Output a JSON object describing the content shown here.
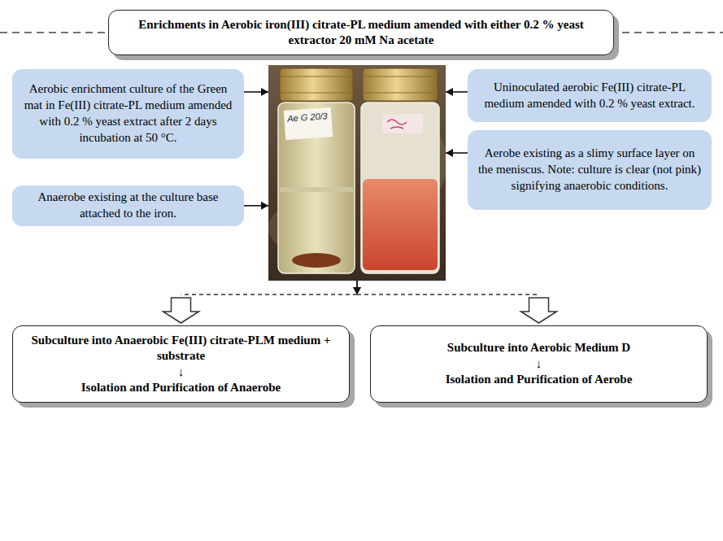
{
  "diagram": {
    "nodes": [
      {
        "text": [
          "Enrichments in Aerobic iron(III) citrate-PL medium amended with either 0.2 % yeast extractor 20 mM Na acetate"
        ]
      },
      {
        "text": [
          "Aerobic enrichment culture of the Green mat in Fe(III) citrate-PL medium amended with 0.2 % yeast extract after 2 days incubation at 50 °C."
        ]
      },
      {
        "text": [
          "Ae G 20/3"
        ]
      },
      {
        "text": [
          "Uninoculated aerobic Fe(III) citrate-PL medium amended with 0.2 % yeast extract."
        ]
      },
      {
        "text": [
          "Aerobe existing as a slimy surface layer on the meniscus. Note: culture is clear (not pink) signifying anaerobic conditions."
        ]
      },
      {
        "text": [
          "Anaerobe existing at the culture base attached to the iron."
        ]
      },
      {
        "text": [
          "Subculture into Anaerobic Fe(III) citrate-PLM medium + substrate",
          "↓",
          "Isolation and Purification of Anaerobe"
        ]
      },
      {
        "text": [
          "Subculture into Aerobic Medium D",
          "↓",
          "Isolation and Purification of Aerobe"
        ]
      }
    ],
    "edges": [
      {
        "from": 1,
        "to": 2,
        "arrow": "to"
      },
      {
        "from": 3,
        "to": 2,
        "arrow": "to"
      },
      {
        "from": 4,
        "to": 2,
        "arrow": "to"
      },
      {
        "from": 5,
        "to": 2,
        "arrow": "to"
      },
      {
        "from": 2,
        "to": 6,
        "arrow": "to"
      },
      {
        "from": 2,
        "to": 7,
        "arrow": "to"
      }
    ]
  }
}
